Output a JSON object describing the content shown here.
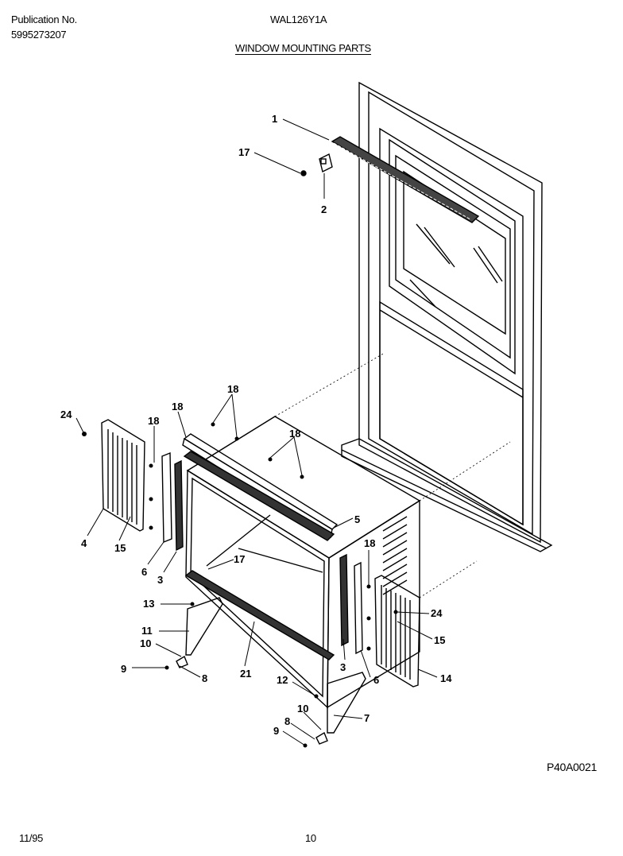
{
  "header": {
    "publication_label": "Publication No.",
    "publication_number": "5995273207",
    "model": "WAL126Y1A",
    "section_title": "WINDOW MOUNTING PARTS"
  },
  "footer": {
    "figure_code": "P40A0021",
    "date": "11/95",
    "page_number": "10"
  },
  "callouts": {
    "c1": "1",
    "c2": "2",
    "c17a": "17",
    "c18a": "18",
    "c18b": "18",
    "c18c": "18",
    "c18d": "18",
    "c18e": "18",
    "c24a": "24",
    "c4": "4",
    "c15a": "15",
    "c6a": "6",
    "c3a": "3",
    "c5": "5",
    "c17b": "17",
    "c13": "13",
    "c11": "11",
    "c10a": "10",
    "c9a": "9",
    "c8a": "8",
    "c21": "21",
    "c3b": "3",
    "c6b": "6",
    "c24b": "24",
    "c15b": "15",
    "c14": "14",
    "c12": "12",
    "c10b": "10",
    "c8b": "8",
    "c9b": "9",
    "c7": "7"
  }
}
